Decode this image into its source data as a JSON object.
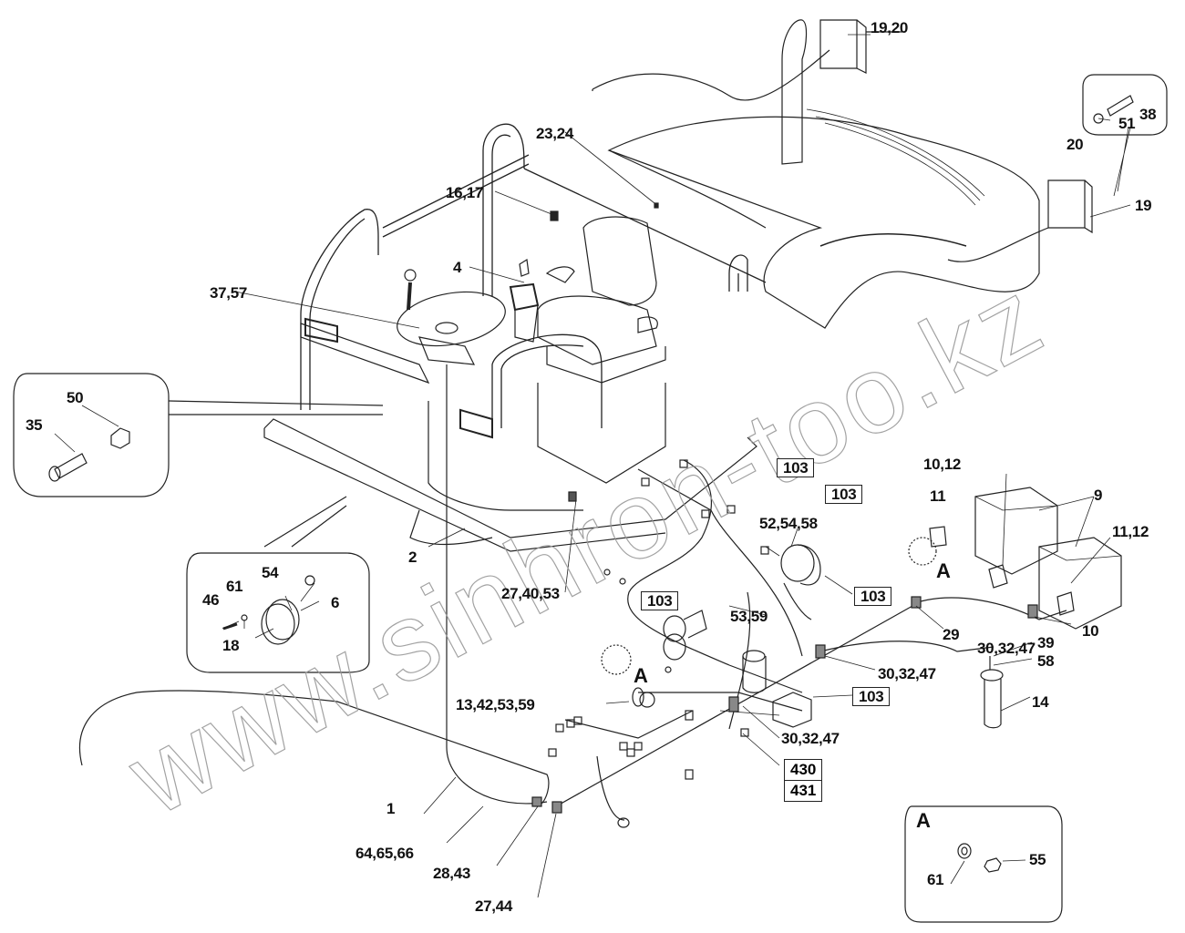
{
  "diagram": {
    "title": "Electrical system – cab, hood and wiring harness (exploded view)",
    "watermark": "www.sinhron-too.kz",
    "callouts": {
      "c1920": "19,20",
      "c38": "38",
      "c51": "51",
      "c20": "20",
      "c19": "19",
      "c2324": "23,24",
      "c1617": "16,17",
      "c4": "4",
      "c3757": "37,57",
      "c50": "50",
      "c35": "35",
      "c2": "2",
      "c274053": "27,40,53",
      "c54": "54",
      "c61a": "61",
      "c46": "46",
      "c6": "6",
      "c18": "18",
      "c1012": "10,12",
      "c9": "9",
      "c11": "11",
      "c1112": "11,12",
      "cA1": "A",
      "c525458": "52,54,58",
      "c5359": "53,59",
      "c29": "29",
      "c10": "10",
      "c303247a": "30,32,47",
      "c303247b": "30,32,47",
      "c303247c": "30,32,47",
      "c39": "39",
      "c58": "58",
      "c14": "14",
      "cA2": "A",
      "c13425359": "13,42,53,59",
      "c1": "1",
      "c646566": "64,65,66",
      "c2843": "28,43",
      "c2744": "27,44"
    },
    "ref_boxes": {
      "r103a": "103",
      "r103b": "103",
      "r103c": "103",
      "r103d": "103",
      "r103e": "103",
      "r430": "430",
      "r431": "431"
    },
    "detail_a": {
      "title": "A",
      "c61": "61",
      "c55": "55"
    }
  }
}
